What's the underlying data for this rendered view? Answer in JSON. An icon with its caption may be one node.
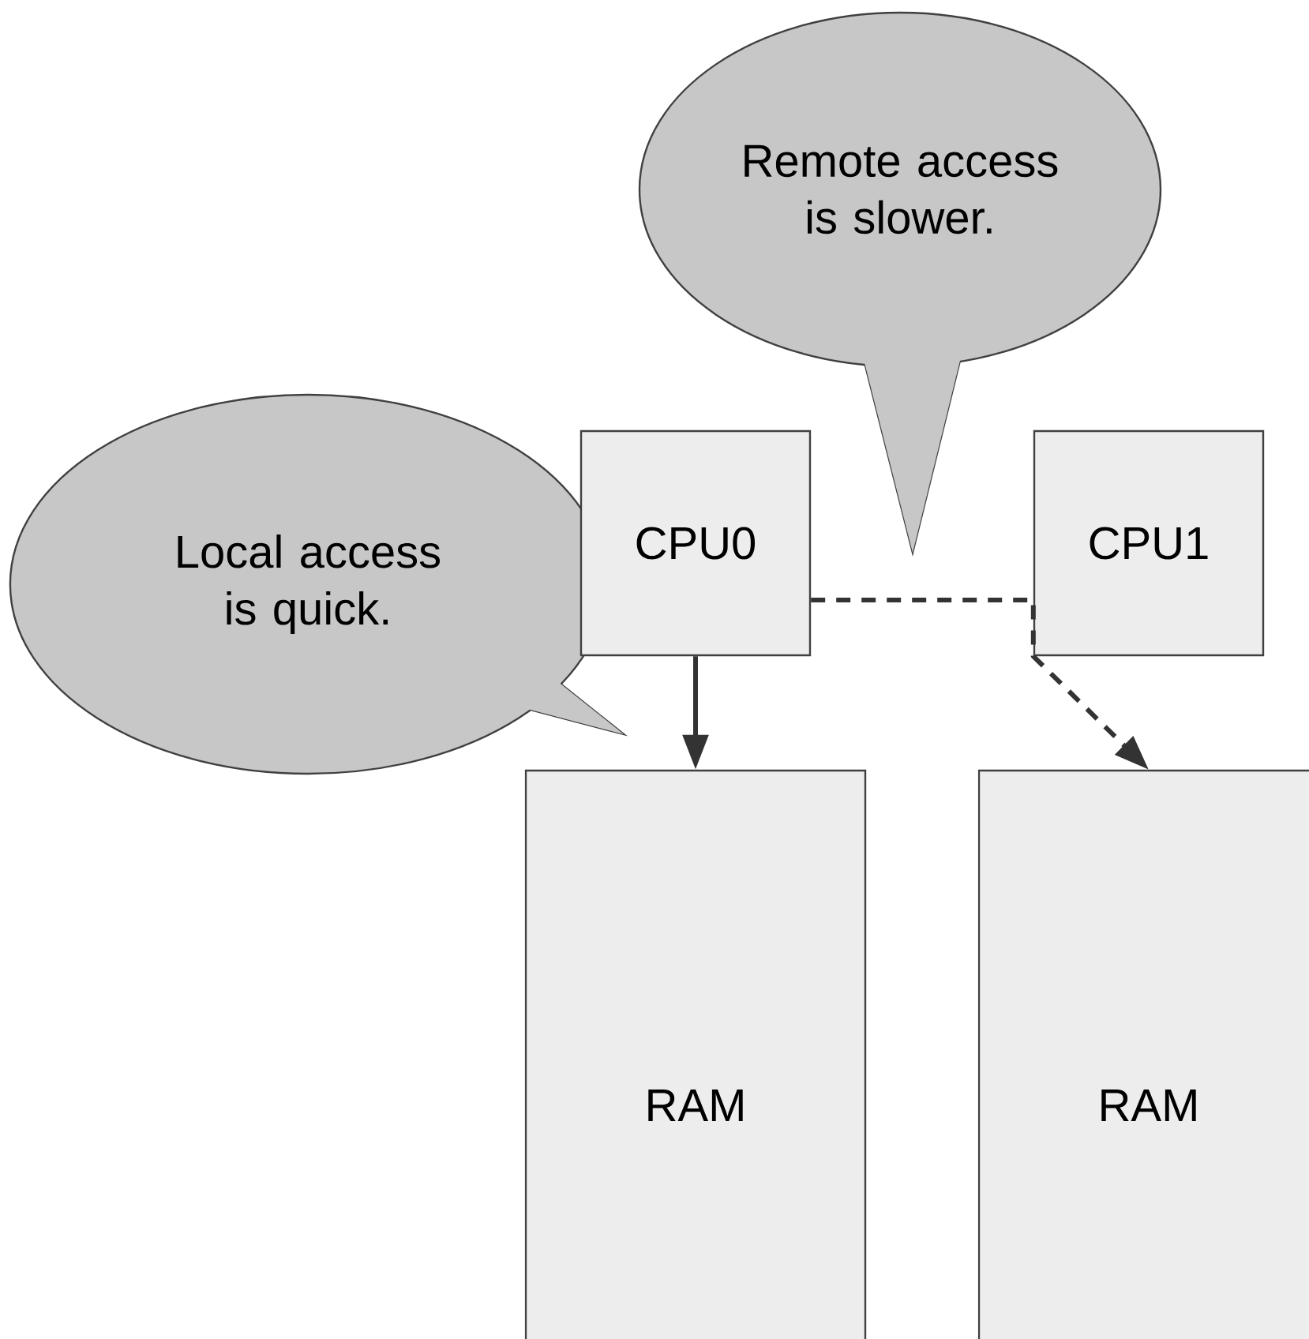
{
  "diagram": {
    "nodes": [
      {
        "text": [
          "Remote access is slower."
        ]
      },
      {
        "text": [
          "Local access is quick."
        ]
      },
      {
        "text": [
          "CPU0"
        ]
      },
      {
        "text": [
          "CPU1"
        ]
      },
      {
        "text": [
          "RAM"
        ]
      },
      {
        "text": [
          "RAM"
        ]
      }
    ],
    "edges": [
      {
        "from": 2,
        "to": 4,
        "arrow": "to"
      },
      {
        "from": 2,
        "to": 5,
        "arrow": "to",
        "style": "dashed"
      }
    ]
  }
}
